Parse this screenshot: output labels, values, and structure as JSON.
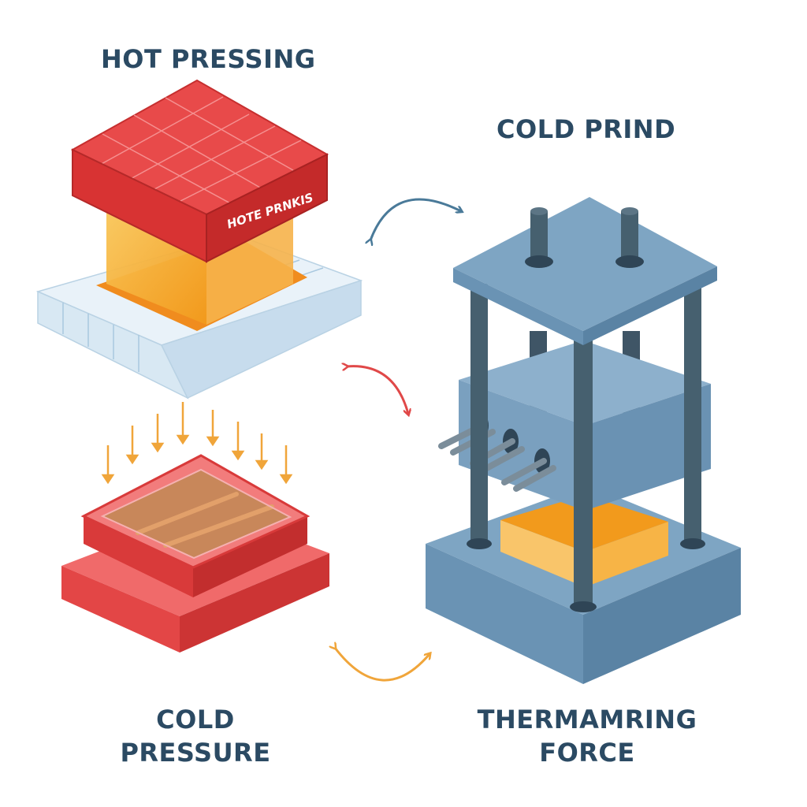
{
  "labels": {
    "hot_pressing": "HOT PRESSING",
    "cold_prind": "COLD PRIND",
    "cold_pressure_line1": "COLD",
    "cold_pressure_line2": "PRESSURE",
    "thermamring_line1": "THERMAMRING",
    "thermamring_line2": "FORCE"
  },
  "hot_press_stamp": "HOTE PRNKIS",
  "colors": {
    "heading": "#2b4a63",
    "hot_red": "#e0393a",
    "mold_orange": "#f6a623",
    "press_blue": "#6f9bbc",
    "pillar_dark": "#3f5566",
    "arrow_blue": "#4a7a99",
    "arrow_red": "#e04848",
    "arrow_orange": "#f0a53a"
  },
  "icons": [
    "cycle-arrow-blue",
    "cycle-arrow-red",
    "cycle-arrow-orange",
    "pressure-down-arrow"
  ]
}
